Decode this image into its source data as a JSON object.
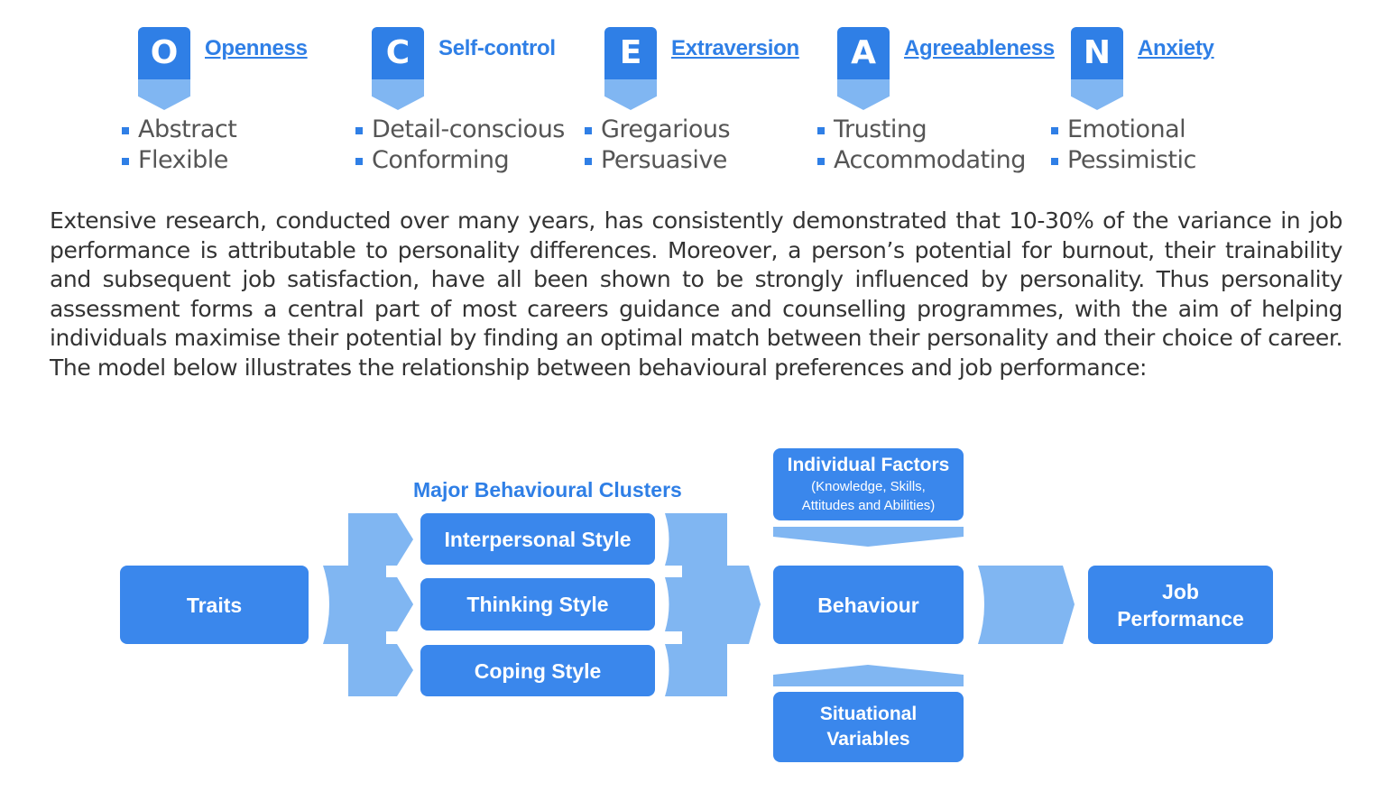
{
  "traits": [
    {
      "letter": "O",
      "name": "Openness",
      "items": [
        "Abstract",
        "Flexible"
      ]
    },
    {
      "letter": "C",
      "name": "Self-control",
      "items": [
        "Detail-conscious",
        "Conforming"
      ]
    },
    {
      "letter": "E",
      "name": "Extraversion",
      "items": [
        "Gregarious",
        "Persuasive"
      ]
    },
    {
      "letter": "A",
      "name": "Agreeableness",
      "items": [
        "Trusting",
        "Accommodating"
      ]
    },
    {
      "letter": "N",
      "name": "Anxiety",
      "items": [
        "Emotional",
        "Pessimistic"
      ]
    }
  ],
  "paragraph": "Extensive research, conducted over many years, has consistently demonstrated that 10-30% of the variance in job performance is attributable to personality differences. Moreover, a person’s potential for burnout, their trainability and subsequent job satisfaction, have all been shown to be strongly influenced by personality. Thus personality assessment forms a central part of most careers guidance and counselling programmes, with the aim of helping individuals maximise their potential by finding an optimal match between their personality and their choice of career. The model below illustrates the relationship between behavioural preferences and job performance:",
  "diagram": {
    "traits_label": "Traits",
    "clusters_title": "Major Behavioural Clusters",
    "clusters": [
      "Interpersonal Style",
      "Thinking Style",
      "Coping Style"
    ],
    "behaviour_label": "Behaviour",
    "individual_factors_title": "Individual Factors",
    "individual_factors_sub_1": "(Knowledge, Skills,",
    "individual_factors_sub_2": "Attitudes and Abilities)",
    "situational_line_1": "Situational",
    "situational_line_2": "Variables",
    "job_line_1": "Job",
    "job_line_2": "Performance"
  }
}
